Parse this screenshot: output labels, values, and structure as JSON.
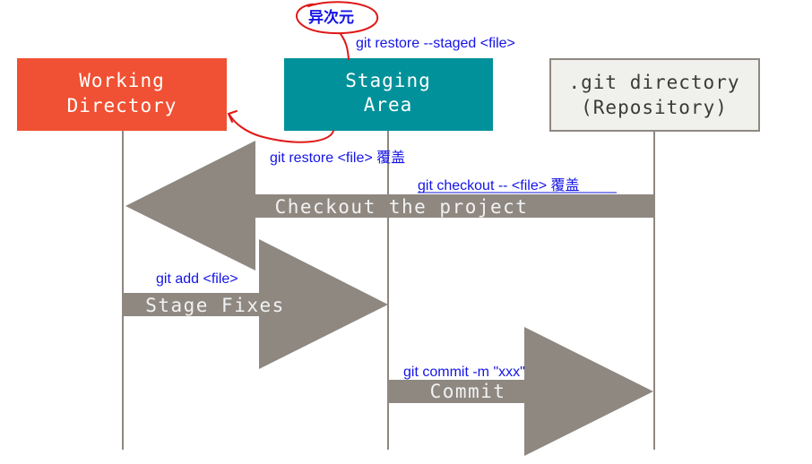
{
  "boxes": {
    "working": {
      "line1": "Working",
      "line2": "Directory",
      "fill": "#f05033"
    },
    "staging": {
      "line1": "Staging",
      "line2": "Area",
      "fill": "#00919a"
    },
    "repo": {
      "line1": ".git directory",
      "line2": "(Repository)",
      "fill": "#f0f0ec"
    }
  },
  "arrows": {
    "checkout": "Checkout the project",
    "stage": "Stage Fixes",
    "commit": "Commit",
    "color": "#8e8881"
  },
  "annotations": {
    "handwritten_note": "异次元",
    "restore_staged": "git restore --staged <file>",
    "restore": "git restore <file> 覆盖",
    "checkout_file": "git checkout -- <file> 覆盖",
    "add": "git add <file>",
    "commit_cmd": "git commit -m \"xxx\"",
    "annotation_color": "#1414e6",
    "pen_color": "#e01818"
  }
}
